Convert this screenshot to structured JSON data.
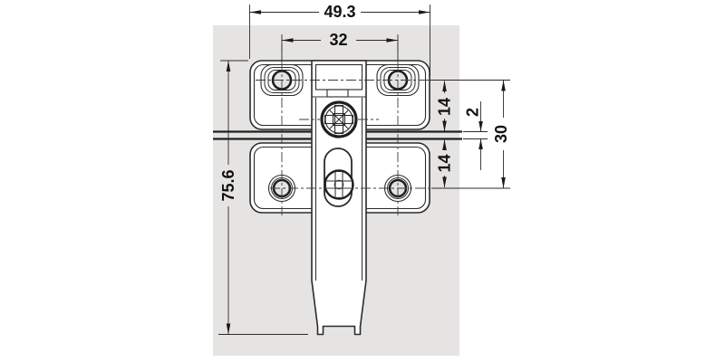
{
  "drawing": {
    "type": "technical-dimension-drawing",
    "subject": "cabinet hinge mounting plate on panel, front view",
    "dimensions": {
      "overall_width": "49.3",
      "hole_spacing": "32",
      "top_row_to_edge": "14",
      "panel_gap": "2",
      "row_span": "30",
      "edge_to_bottom_row": "14",
      "overall_height": "75.6"
    },
    "colors": {
      "background": "#ffffff",
      "panel": "#e5e4e2",
      "line": "#2b2b2b",
      "text": "#111111"
    }
  }
}
